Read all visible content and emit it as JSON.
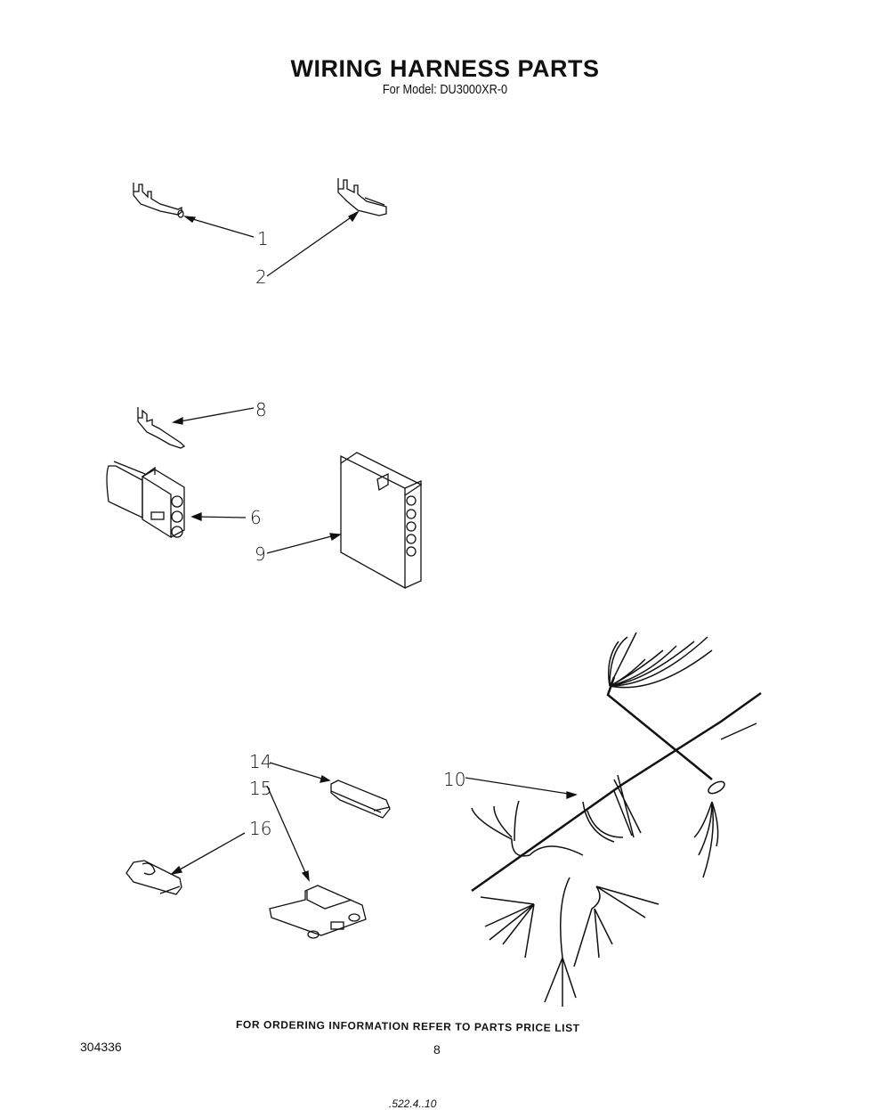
{
  "header": {
    "title": "WIRING HARNESS PARTS",
    "subtitle": "For Model: DU3000XR-0"
  },
  "diagram": {
    "callouts": [
      {
        "id": "1",
        "label": "1",
        "part": "terminal-pin"
      },
      {
        "id": "2",
        "label": "2",
        "part": "terminal-receptacle"
      },
      {
        "id": "8",
        "label": "8",
        "part": "terminal-pin-male"
      },
      {
        "id": "6",
        "label": "6",
        "part": "3-pin-connector-housing"
      },
      {
        "id": "9",
        "label": "9",
        "part": "5-pin-connector-housing"
      },
      {
        "id": "14",
        "label": "14",
        "part": "insulator-cover"
      },
      {
        "id": "15",
        "label": "15",
        "part": "connector-block"
      },
      {
        "id": "16",
        "label": "16",
        "part": "insulator-sleeve"
      },
      {
        "id": "10",
        "label": "10",
        "part": "wiring-harness"
      }
    ]
  },
  "footer": {
    "ordering_note": "FOR ORDERING INFORMATION REFER TO PARTS PRICE LIST",
    "doc_number": "304336",
    "page_number": "8",
    "stamp": ".522.4..10"
  }
}
